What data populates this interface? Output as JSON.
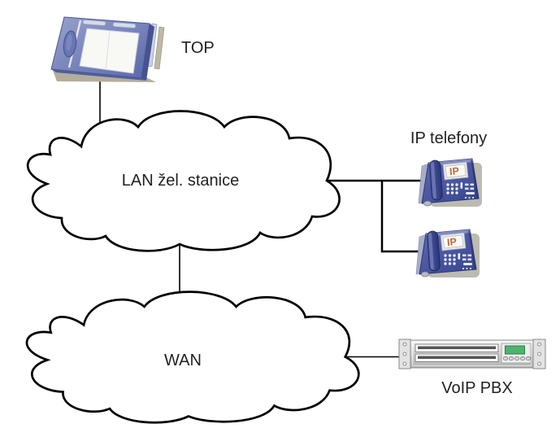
{
  "diagram": {
    "type": "network-topology",
    "labels": {
      "terminal": "TOP",
      "lan_cloud": "LAN žel. stanice",
      "ip_phones_group": "IP telefony",
      "wan_cloud": "WAN",
      "voip_pbx": "VoIP PBX",
      "phone_display": "IP"
    },
    "nodes": [
      {
        "id": "top-terminal",
        "type": "touchscreen-terminal",
        "label": "TOP"
      },
      {
        "id": "lan",
        "type": "cloud",
        "label": "LAN žel. stanice"
      },
      {
        "id": "ip-phone-1",
        "type": "ip-phone",
        "display": "IP",
        "group_label": "IP telefony"
      },
      {
        "id": "ip-phone-2",
        "type": "ip-phone",
        "display": "IP",
        "group_label": "IP telefony"
      },
      {
        "id": "wan",
        "type": "cloud",
        "label": "WAN"
      },
      {
        "id": "voip-pbx",
        "type": "rack-server",
        "label": "VoIP PBX"
      }
    ],
    "connections": [
      {
        "from": "top-terminal",
        "to": "lan"
      },
      {
        "from": "lan",
        "to": "ip-phone-1"
      },
      {
        "from": "lan",
        "to": "ip-phone-2"
      },
      {
        "from": "lan",
        "to": "wan"
      },
      {
        "from": "wan",
        "to": "voip-pbx"
      }
    ],
    "colors": {
      "background": "#ffffff",
      "line": "#000000",
      "cloud_fill": "#ffffff",
      "cloud_stroke": "#000000",
      "label_text": "#231f20",
      "phone_body": "#45529d",
      "phone_display_text": "#c4683a",
      "terminal_body": "#7381b8",
      "pbx_body": "#d9d9d9",
      "pbx_screen": "#4db36e",
      "device_shadow": "#b3ae9c"
    }
  }
}
